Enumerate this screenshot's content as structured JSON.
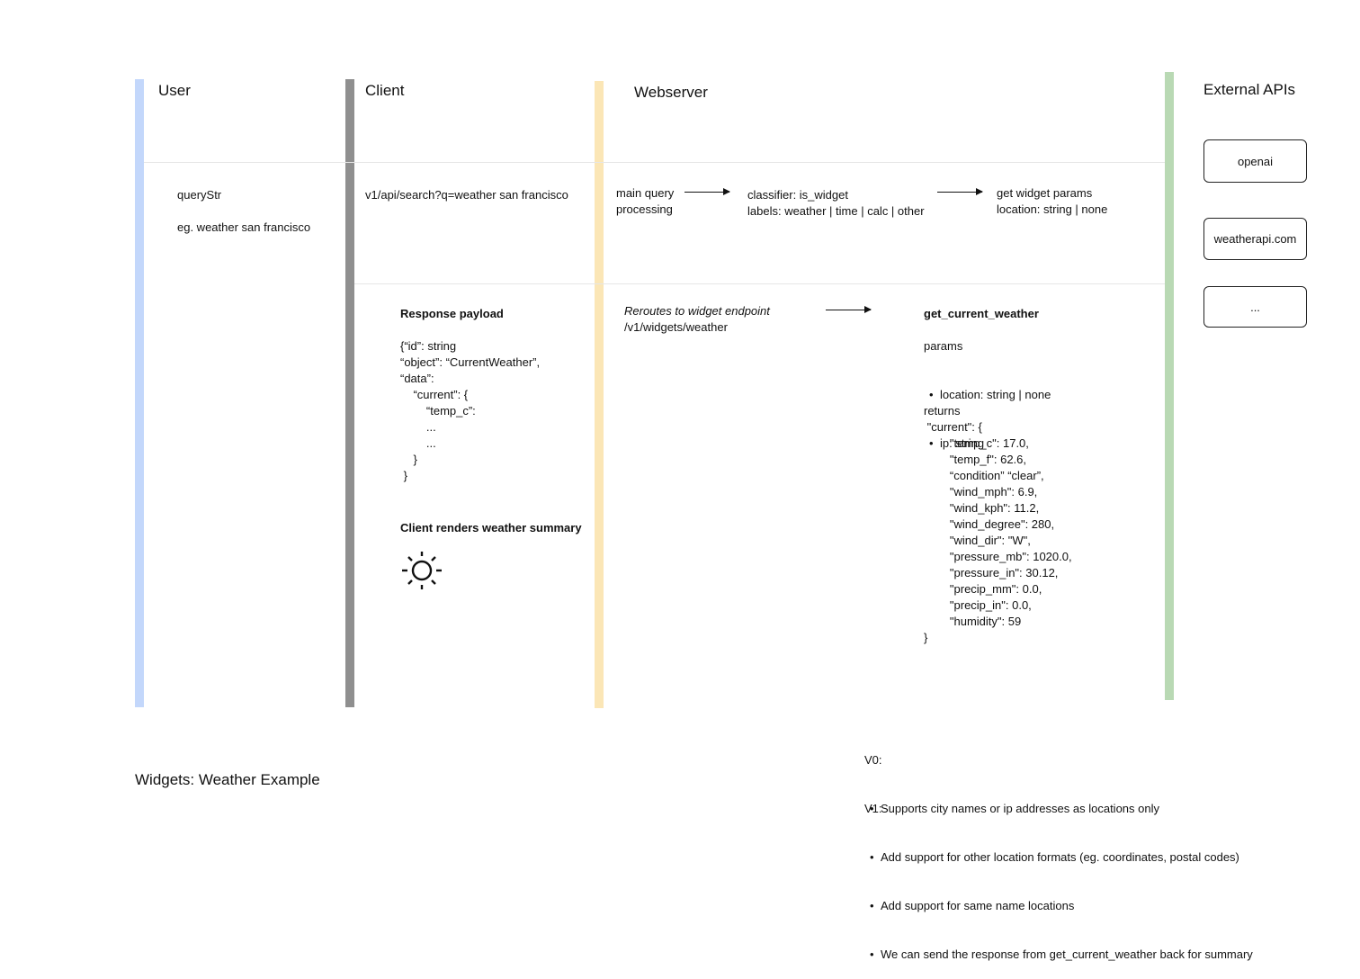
{
  "colors": {
    "user_lane": "#c3d7fb",
    "client_lane": "#8f8f8f",
    "webserver_lane": "#fbe6b6",
    "external_lane": "#b9d9b4"
  },
  "lanes": {
    "user": "User",
    "client": "Client",
    "webserver": "Webserver",
    "external": "External APIs"
  },
  "user": {
    "query_label": "queryStr",
    "query_example": "eg. weather san francisco"
  },
  "client": {
    "request_url": "v1/api/search?q=weather san francisco",
    "response_title": "Response payload",
    "response_json": "{“id”: string\n“object”: “CurrentWeather”,\n“data”:\n    “current”: {\n        “temp_c”:\n        ...\n        ...\n    }\n }",
    "render_title": "Client renders weather summary",
    "render_icon": "sun-icon"
  },
  "webserver": {
    "main_query": "main query\nprocessing",
    "classifier": "classifier: is_widget",
    "labels": "labels: weather | time | calc | other",
    "get_params": "get widget params",
    "location_param": "location: string | none",
    "reroute": "Reroutes to widget endpoint",
    "endpoint": "/v1/widgets/weather",
    "function_name": "get_current_weather",
    "params_label": "params",
    "params": [
      "location: string | none",
      "ip: string"
    ],
    "returns_label": "returns",
    "returns_json": " \"current\": {\n        \"temp_c\": 17.0,\n        \"temp_f\": 62.6,\n        “condition” “clear”,\n        \"wind_mph\": 6.9,\n        \"wind_kph\": 11.2,\n        \"wind_degree\": 280,\n        \"wind_dir\": \"W\",\n        \"pressure_mb\": 1020.0,\n        \"pressure_in\": 30.12,\n        \"precip_mm\": 0.0,\n        \"precip_in\": 0.0,\n        \"humidity\": 59\n}"
  },
  "external_apis": [
    "openai",
    "weatherapi.com",
    "..."
  ],
  "footer": {
    "title": "Widgets: Weather Example",
    "v0_label": "V0:",
    "v0_items": [
      "Supports city names or ip addresses as locations only"
    ],
    "v1_label": "V1:",
    "v1_items": [
      "Add support for other location formats (eg. coordinates, postal codes)",
      "Add support for same name locations",
      "We can send the response from get_current_weather back for summary"
    ]
  }
}
